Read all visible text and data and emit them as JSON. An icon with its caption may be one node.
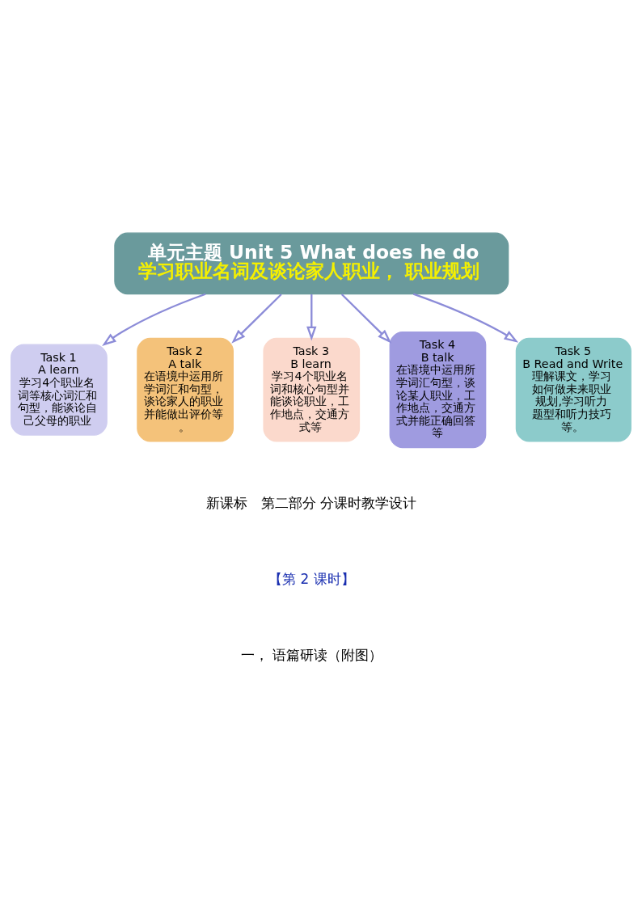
{
  "diagram": {
    "nodes": [
      {
        "text": [
          "单元主题 Unit 5 What does he do",
          "学习职业名词及谈论家人职业， 职业规划"
        ]
      },
      {
        "text": [
          "Task 1",
          "A learn",
          "学习4个职业名词等核心词汇和句型，能谈论自己父母的职业"
        ]
      },
      {
        "text": [
          "Task 2",
          "A talk",
          "在语境中运用所学词汇和句型，谈论家人的职业并能做出评价等。"
        ]
      },
      {
        "text": [
          "Task 3",
          "B learn",
          "学习4个职业名词和核心句型并能谈论职业，工作地点，交通方式等"
        ]
      },
      {
        "text": [
          "Task 4",
          "B talk",
          "在语境中运用所学词汇句型，谈论某人职业，工作地点，交通方式并能正确回答等"
        ]
      },
      {
        "text": [
          "Task 5",
          "B Read and Write",
          "理解课文，学习如何做未来职业规划,学习听力题型和听力技巧等。"
        ]
      }
    ],
    "edges": [
      {
        "from": 0,
        "to": 1,
        "arrow": "to"
      },
      {
        "from": 0,
        "to": 2,
        "arrow": "to"
      },
      {
        "from": 0,
        "to": 3,
        "arrow": "to"
      },
      {
        "from": 0,
        "to": 4,
        "arrow": "to"
      },
      {
        "from": 0,
        "to": 5,
        "arrow": "to"
      }
    ],
    "labels": [
      "新课标　第二部分 分课时教学设计",
      "【第 2 课时】",
      "一， 语篇研读（附图）"
    ]
  }
}
